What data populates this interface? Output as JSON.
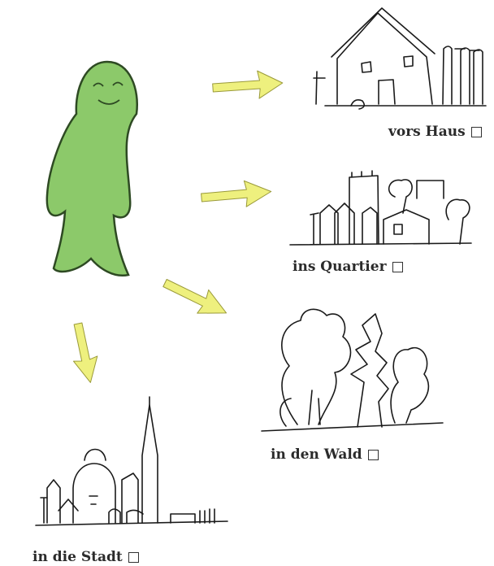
{
  "options": [
    {
      "label": "vors Haus",
      "checked": false
    },
    {
      "label": "ins Quartier",
      "checked": false
    },
    {
      "label": "in den Wald",
      "checked": false
    },
    {
      "label": "in die Stadt",
      "checked": false
    }
  ],
  "colors": {
    "figure_fill": "#8cc96a",
    "figure_outline": "#2e4a23",
    "arrow_fill": "#eef07e",
    "arrow_outline": "#9a9a3a",
    "sketch_line": "#1a1a1a"
  }
}
